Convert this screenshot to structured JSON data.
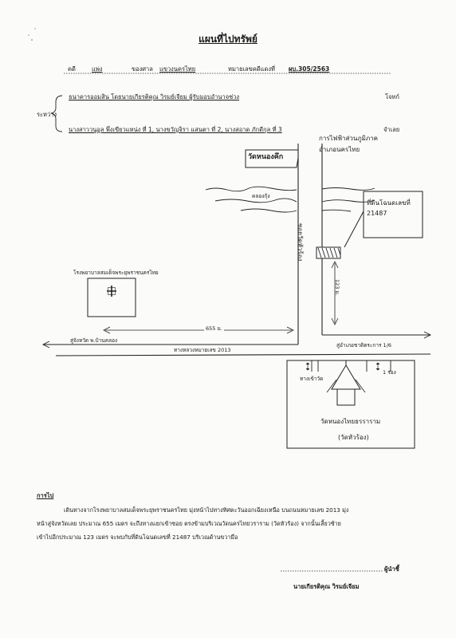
{
  "header": {
    "title": "แผนที่ไปทรัพย์",
    "case_label": "คดี",
    "case_type": "แพ่ง",
    "court_label": "ของศาล",
    "court_name": "แขวงนครไทย",
    "case_number_label": "หมายเลขคดีแดงที่",
    "case_number": "ผบ.305/2563"
  },
  "parties": {
    "between_label": "ระหว่าง",
    "plaintiff": "ธนาคารออมสิน โดยนายเกียรติคุณ วิรมย์เจียม ผู้รับมอบอำนาจช่วง",
    "plaintiff_role": "โจทก์",
    "defendants": "นางสาววนูอูล พึ่งเขียวแหน่ง ที่ 1, นางขวัญจิรา แสนตา ที่ 2, นางสอาด ภักดีกุล ที่ 3",
    "defendant_role": "จำเลย"
  },
  "map": {
    "temple_top": "วัดหนองคึก",
    "transformer": "การไฟฟ้าส่วนภูมิภาค อำเภอนครไทย",
    "canal": "คลองกุ้ง",
    "soi_label": "ซอยวัดหัวร้อง",
    "property_box": "ที่ดินโฉนดเลขที่ 21487",
    "distance_vertical": "123 ม.",
    "hospital": "โรงพยาบาลสมเด็จพระยุพราชนครไทย",
    "distance_horizontal": "655 ม.",
    "left_direction": "สู่จังหวัด พ.บ้านคลอง",
    "highway": "ทางหลวงหมายเลข 2013",
    "right_direction": "สู่อำเภอชาติตระการ 1/6",
    "temple_gate": "ทางเข้าวัด",
    "temple_bottom": "วัดหนองไทยธรราราม",
    "temple_bottom_sub": "(วัดหัวร้อง)",
    "unit_ft": "1 ร่อง"
  },
  "directions": {
    "heading": "การไป",
    "text_line1": "เดินทางจากโรงพยาบาลสมเด็จพระยุพราชนครไทย มุ่งหน้าไปทางทิศตะวันออกเฉียงเหนือ บนถนนหมายเลข 2013 มุ่ง",
    "text_line2": "หน้าสู่จังหวัดเลย ประมาณ 655 เมตร จะถึงทางแยกเข้าซอย ตรงข้ามบริเวณวัดนครไทยวราราม (วัดหัวร้อง) จากนั้นเลี้ยวซ้าย",
    "text_line3": "เข้าไปอีกประมาณ 123 เมตร จะพบกับที่ดินโฉนดเลขที่ 21487 บริเวณด้านขวามือ"
  },
  "signature": {
    "role": "ผู้นำชี้",
    "name": "นายเกียรติคุณ วิรมย์เจียม"
  }
}
